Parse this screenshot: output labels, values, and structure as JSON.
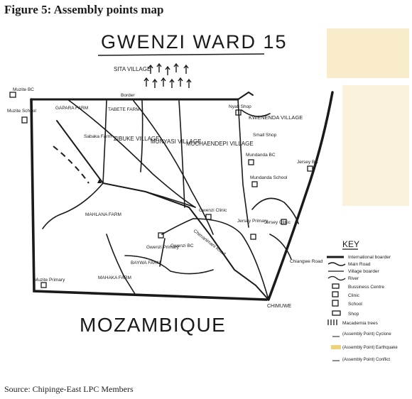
{
  "figure_title": "Figure 5: Assembly points map",
  "source": "Source: Chipinge-East LPC Members",
  "map": {
    "title": "GWENZI WARD 15",
    "country_label": "MOZAMBIQUE",
    "places": {
      "sita_village": "SITA VILLAGE",
      "border": "Border",
      "muzite_bc": "Muzite BC",
      "muzite_school": "Muzite School",
      "gapara_farm": "GAPARA FARM",
      "tabete_farm": "TABETE FARM",
      "sabaka_farm": "Sabaka Farm",
      "zibuke_village": "ZIBUKE VILLAGE",
      "munyasi_village": "MUNYASI VILLAGE",
      "muchaendepi_village": "MUCHAENDEPI VILLAGE",
      "nyati_shop": "Nyati Shop",
      "kwenenda_village": "KWENENDA VILLAGE",
      "small_shop": "Small Shop",
      "mundanda_bc": "Mundanda BC",
      "mundanda_school": "Mundanda School",
      "jersey_bc": "Jersey BC",
      "mahlana_farm": "MAHLANA FARM",
      "gwenzi_clinic": "Gwenzi Clinic",
      "gwenzi_primary": "Gwenzi Primary",
      "gwenzi_bc": "Gwenzi BC",
      "jersey_primary": "Jersey Primary",
      "jersey_clinic": "Jersey Clinic",
      "baywa_farm": "BAYWA FARM",
      "mahaka_farm": "MAHAKA FARM",
      "muzite_primary": "Muzite Primary",
      "chimanimani_road": "Chimanimani Road",
      "chiangwe_road": "Chiangwe Road",
      "chimuwe": "CHIMUWE"
    }
  },
  "key": {
    "title": "KEY",
    "items": [
      {
        "label": "International boarder"
      },
      {
        "label": "Main Road"
      },
      {
        "label": "Village boarder"
      },
      {
        "label": "River"
      },
      {
        "label": "Bussiness Centre"
      },
      {
        "label": "Clinic"
      },
      {
        "label": "School"
      },
      {
        "label": "Shop"
      },
      {
        "label": "Macademia trees"
      },
      {
        "label": "(Assembly Point) Cyclone"
      },
      {
        "label": "(Assembly Point) Earthquake"
      },
      {
        "label": "(Assembly Point) Conflict"
      }
    ]
  },
  "colors": {
    "ink": "#1a1a1a",
    "paper_stain": "#f2dca0",
    "assembly_earthquake": "#ecd27a"
  }
}
